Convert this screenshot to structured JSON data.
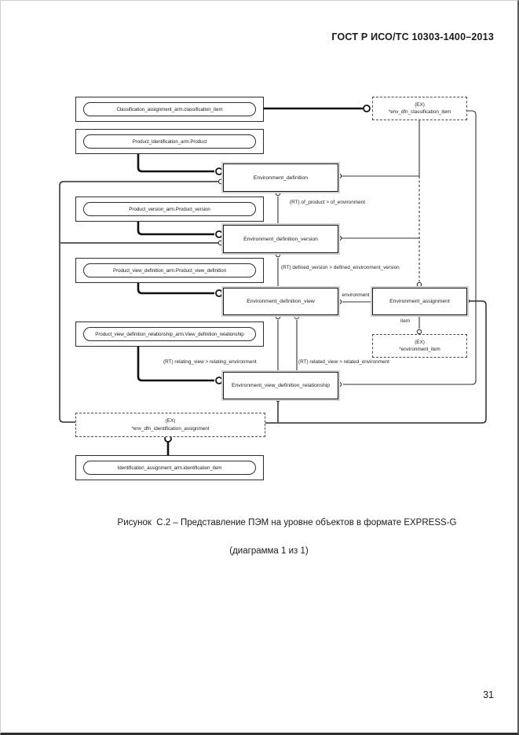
{
  "page": {
    "header": "ГОСТ Р ИСО/ТС 10303-1400–2013",
    "page_number": "31",
    "caption_line1": "Рисунок  С.2 – Представление ПЭМ на уровне объектов в формате EXPRESS-G",
    "caption_line2": "(диаграмма 1 из 1)"
  },
  "diagram": {
    "page_refs": [
      {
        "label": "Classification_assignment_arm.classification_item"
      },
      {
        "label": "Product_identification_arm.Product"
      },
      {
        "label": "Product_version_arm.Product_version"
      },
      {
        "label": "Product_view_definition_arm.Product_view_definition"
      },
      {
        "label": "Product_view_definition_relationship_arm.View_definition_relationship"
      },
      {
        "label": "Identification_assignment_arm.identification_item"
      }
    ],
    "entities": [
      {
        "label": "Environment_definition"
      },
      {
        "label": "Environment_definition_version"
      },
      {
        "label": "Environment_definition_view"
      },
      {
        "label": "Environment_assignment"
      },
      {
        "label": "Environment_view_definition_relationship"
      }
    ],
    "external_refs": [
      {
        "tag": "(EX)",
        "name": "*env_dfn_classification_item"
      },
      {
        "tag": "(EX)",
        "name": "*environment_item"
      },
      {
        "tag": "(EX)",
        "name": "*env_dfn_identification_assignment"
      }
    ],
    "relation_labels": [
      {
        "text": "(RT) of_product > of_environment"
      },
      {
        "text": "(RT) defined_version > defined_environment_version"
      },
      {
        "text": "environment"
      },
      {
        "text": "item"
      },
      {
        "text": "(RT) relating_view > relating_environment"
      },
      {
        "text": "(RT) related_view > related_environment"
      }
    ]
  }
}
